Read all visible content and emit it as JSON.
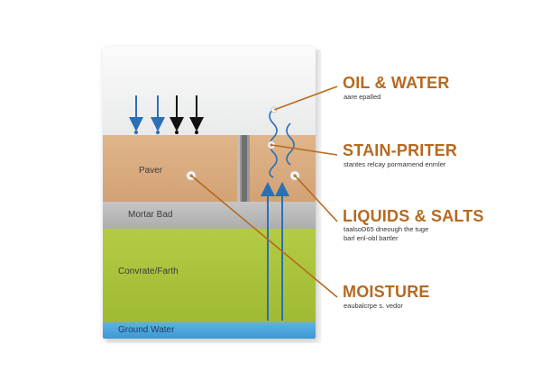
{
  "colors": {
    "accent": "#b7691f",
    "water_blue": "#2a6fb7",
    "top_layer": "#ecedee",
    "paver": "#d6a87a",
    "mortar_bed": "#b9b9ba",
    "concrete_earth": "#a9c23a",
    "ground_water": "#4aa3dc"
  },
  "layers": {
    "paver": "Paver",
    "mortar_bed": "Mortar Bad",
    "concrete_earth": "Convrate/Farth",
    "ground_water": "Ground Water"
  },
  "callouts": [
    {
      "title": "OIL & WATER",
      "desc": "aare epalled"
    },
    {
      "title": "STAIN-PRITER",
      "desc": "stantes relcay pormamend enmler"
    },
    {
      "title": "LIQUIDS & SALTS",
      "desc": "taalsoD65 dneough the tuge\nbarl enl-obl bartler"
    },
    {
      "title": "MOISTURE",
      "desc": "eaubalcrpe s. vedor"
    }
  ],
  "icons": {
    "down_arrows": "arrow-down-icon",
    "up_arrows": "arrow-up-icon",
    "wavy_lines": "wavy-line-icon",
    "markers": "circle-marker-icon"
  }
}
